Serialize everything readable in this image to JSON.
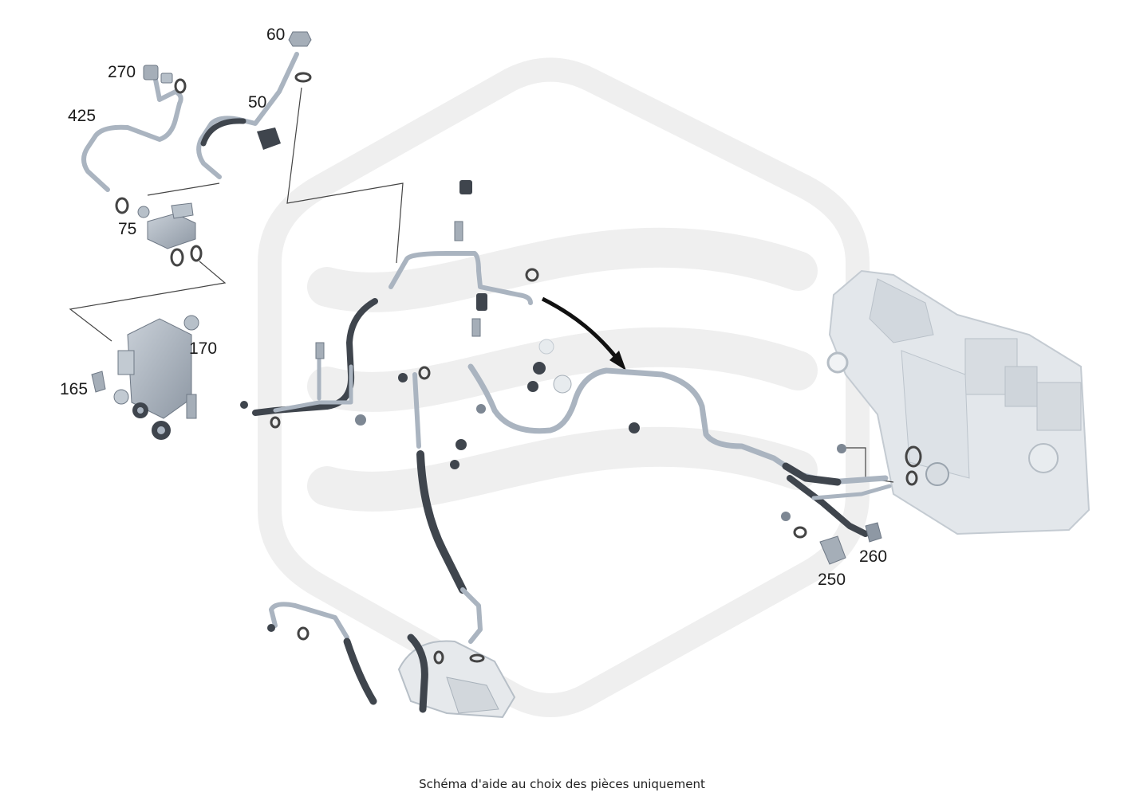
{
  "diagram": {
    "callouts": {
      "p60": "60",
      "p270": "270",
      "p425": "425",
      "p50": "50",
      "p75": "75",
      "p170": "170",
      "p165": "165",
      "p260": "260",
      "p250": "250"
    },
    "caption": "Schéma d'aide au choix des pièces uniquement",
    "colors": {
      "pipe": "#aab4c0",
      "pipe_dark": "#6f7986",
      "hose": "#3f454d",
      "watermark": "#efefef",
      "housing": "#e4e8ec"
    }
  }
}
